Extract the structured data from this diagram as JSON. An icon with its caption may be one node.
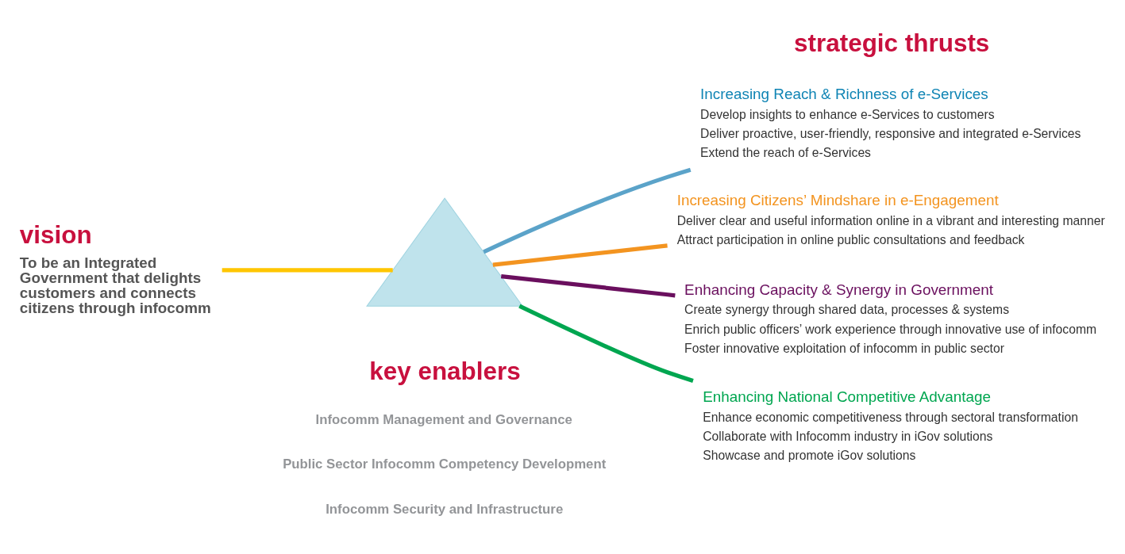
{
  "diagram": {
    "nodes": [
      {
        "text": [
          "vision",
          "To be an Integrated Government that delights customers and connects citizens through infocomm"
        ]
      },
      {
        "text": [],
        "shape": "triangle"
      },
      {
        "text": [
          "Increasing Reach & Richness of e-Services",
          "Develop insights to enhance e-Services to customers",
          "Deliver proactive, user-friendly, responsive and integrated e-Services",
          "Extend the reach of e-Services"
        ]
      },
      {
        "text": [
          "Increasing Citizens’ Mindshare in e-Engagement",
          "Deliver clear and useful information online in a vibrant and interesting manner",
          "Attract participation in online public consultations and feedback"
        ]
      },
      {
        "text": [
          "Enhancing Capacity & Synergy in Government",
          "Create synergy through shared data, processes & systems",
          "Enrich public officers’ work experience through innovative use of infocomm",
          "Foster innovative exploitation of infocomm in public sector"
        ]
      },
      {
        "text": [
          "Enhancing National Competitive Advantage",
          "Enhance economic competitiveness through sectoral transformation",
          "Collaborate with Infocomm industry in iGov solutions",
          "Showcase and promote iGov solutions"
        ]
      }
    ],
    "edges": [
      {
        "from": 0,
        "to": 1,
        "arrow": "none",
        "color": "#ffc600"
      },
      {
        "from": 1,
        "to": 2,
        "arrow": "none",
        "color": "#5ba3c9"
      },
      {
        "from": 1,
        "to": 3,
        "arrow": "none",
        "color": "#f39420"
      },
      {
        "from": 1,
        "to": 4,
        "arrow": "none",
        "color": "#6a0f5e"
      },
      {
        "from": 1,
        "to": 5,
        "arrow": "none",
        "color": "#00a650"
      }
    ],
    "labels": [
      "strategic thrusts",
      "key enablers",
      "Infocomm Management and Governance",
      "Public Sector Infocomm Competency Development",
      "Infocomm Security and Infrastructure"
    ]
  }
}
